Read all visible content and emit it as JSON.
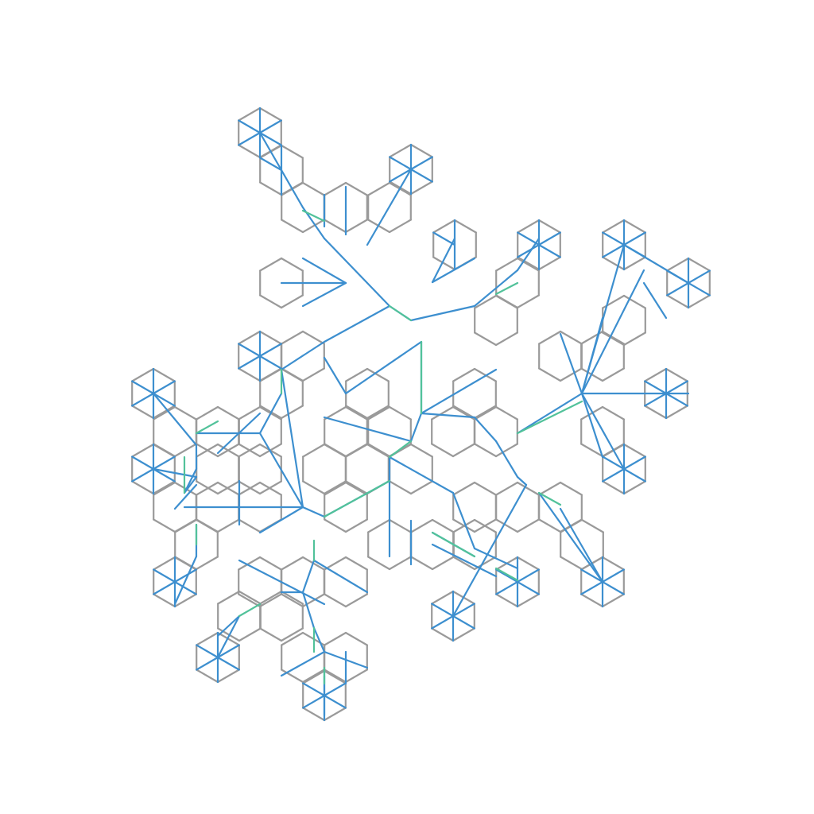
{
  "diagram": {
    "kind": "hexagonal-tiling-pattern",
    "colors": {
      "background": "#ffffff",
      "hex_outline": "#9a9a9a",
      "primary_edges": "#3d8fcf",
      "secondary_edges": "#52c29a"
    },
    "layers": [
      "hex_outline",
      "primary_edges",
      "secondary_edges"
    ]
  }
}
